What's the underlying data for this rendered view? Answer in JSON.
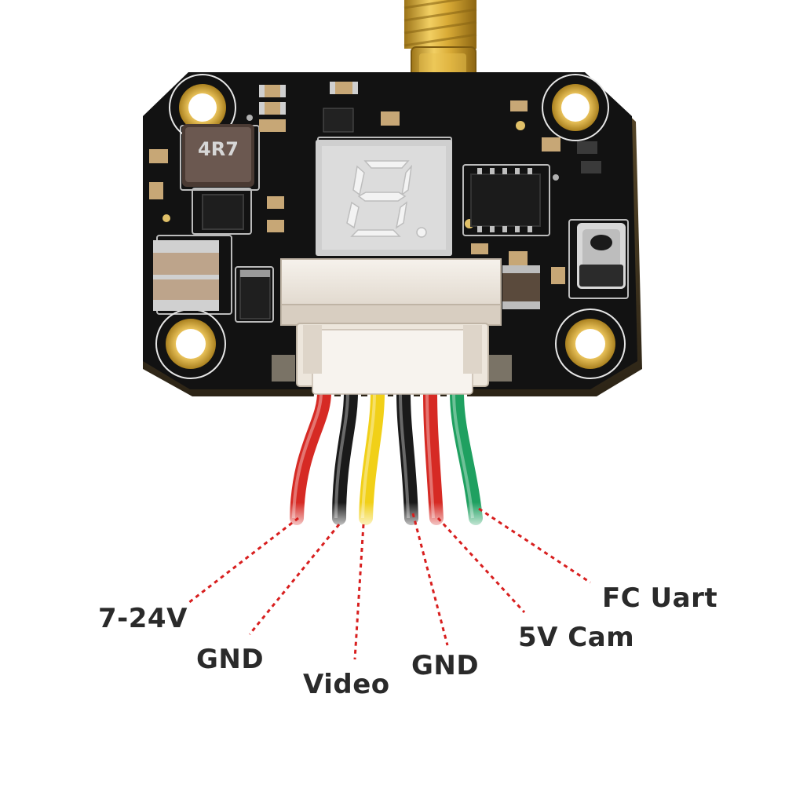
{
  "board": {
    "inductor_marking": "4R7",
    "pcb_color": "#121212",
    "gold_color": "#d4a733",
    "connector_color": "#efe9e2"
  },
  "pins": [
    {
      "id": "pin-1",
      "label": "7-24V",
      "wire_color": "#d62a24"
    },
    {
      "id": "pin-2",
      "label": "GND",
      "wire_color": "#1a1a1a"
    },
    {
      "id": "pin-3",
      "label": "Video",
      "wire_color": "#f1d018"
    },
    {
      "id": "pin-4",
      "label": "GND",
      "wire_color": "#1a1a1a"
    },
    {
      "id": "pin-5",
      "label": "5V Cam",
      "wire_color": "#d62a24"
    },
    {
      "id": "pin-6",
      "label": "FC Uart",
      "wire_color": "#1fa060"
    }
  ],
  "leader_color": "#d81f1f"
}
